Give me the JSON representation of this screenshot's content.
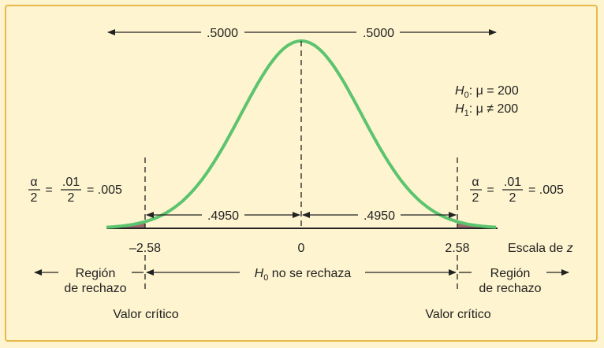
{
  "figure": {
    "top_left_prob": ".5000",
    "top_right_prob": ".5000",
    "h0_sym": "H",
    "h0_sub": "0",
    "h0_rest": ": μ = 200",
    "h1_sym": "H",
    "h1_sub": "1",
    "h1_rest": ": μ ≠ 200",
    "left_alpha": {
      "num": "α",
      "den": "2",
      "eq1": "=",
      "num2": ".01",
      "den2": "2",
      "eq2": "= .005"
    },
    "right_alpha": {
      "num": "α",
      "den": "2",
      "eq1": "=",
      "num2": ".01",
      "den2": "2",
      "eq2": "= .005"
    },
    "left_mid_prob": ".4950",
    "right_mid_prob": ".4950",
    "tick_left": "–2.58",
    "tick_center": "0",
    "tick_right": "2.58",
    "z_scale_text": "Escala de ",
    "z_scale_var": "z",
    "left_region_line1": "Región",
    "left_region_line2": "de rechazo",
    "right_region_line1": "Región",
    "right_region_line2": "de rechazo",
    "accept_sym": "H",
    "accept_sub": "0",
    "accept_rest": " no se rechaza",
    "left_critical": "Valor crítico",
    "right_critical": "Valor crítico",
    "colors": {
      "curve": "#5cc46f",
      "tail_fill": "#9b6a6e",
      "frame": "#e8b84a",
      "background": "#fef4cf"
    }
  }
}
